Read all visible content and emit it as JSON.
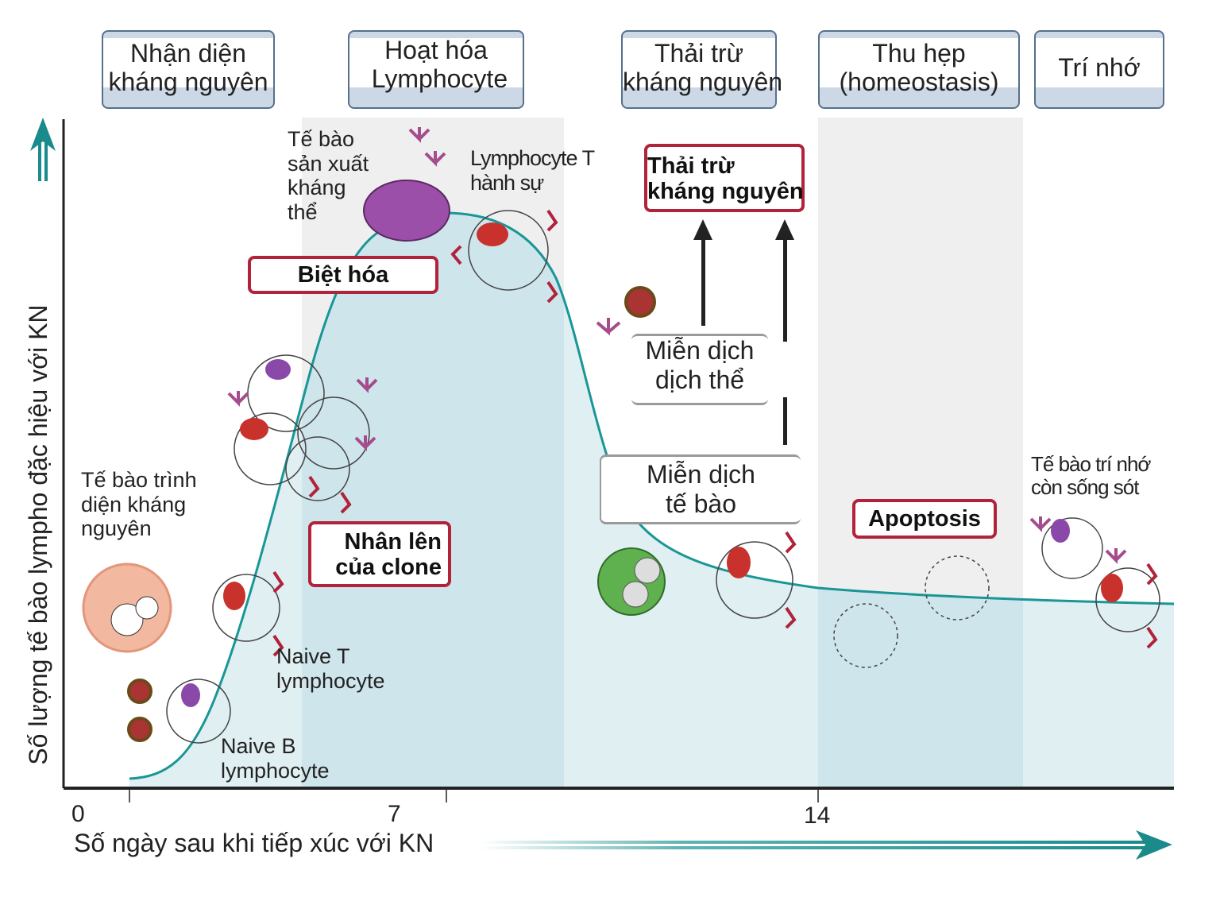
{
  "stages": [
    "Nhận diện\nkháng nguyên",
    "Hoạt hóa\n Lymphocyte",
    "Thải trừ\nkháng nguyên",
    "Thu hẹp\n(homeostasis)",
    "Trí nhớ"
  ],
  "axis": {
    "y_label": "Số lượng tế bào lympho đặc hiệu với KN",
    "x_label": "Số ngày sau khi tiếp xúc với KN",
    "x_ticks": [
      "0",
      "7",
      "14"
    ]
  },
  "process_boxes": {
    "differentiation": "Biệt hóa",
    "clonal_expansion": "Nhân lên\ncủa clone",
    "elimination": "Thải trừ\nkháng nguyên",
    "apoptosis": "Apoptosis"
  },
  "immunity_boxes": {
    "humoral": "Miễn dịch\ndịch thể",
    "cellular": "Miễn dịch\ntế bào"
  },
  "cell_labels": {
    "plasma_cell": "Tế bào\nsản xuất\nkháng\nthể",
    "effector_t": "Lymphocyte T\nhành sự",
    "apc": "Tế bào trình\ndiện kháng\nnguyên",
    "naive_t": "Naive T\nlymphocyte",
    "naive_b": "Naive B\nlymphocyte",
    "memory": "Tế bào trí nhớ\ncòn sống sót"
  },
  "colors": {
    "curve": "#1a9696",
    "accent_red": "#b0233a",
    "header_border": "#56708c"
  }
}
